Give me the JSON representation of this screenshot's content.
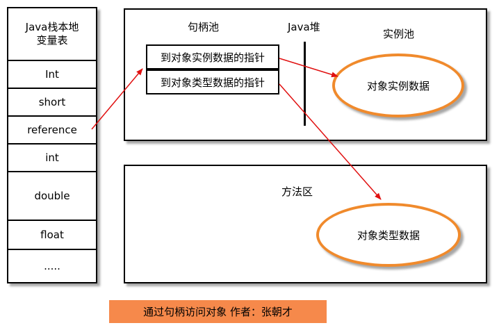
{
  "stack": {
    "header": "Java栈本地\n变量表",
    "cells": [
      "Int",
      "short",
      "reference",
      "int",
      "double",
      "float",
      "....."
    ]
  },
  "heap": {
    "handle_pool_label": "句柄池",
    "java_heap_label": "Java堆",
    "instance_pool_label": "实例池",
    "pointer_instance": "到对象实例数据的指针",
    "pointer_type": "到对象类型数据的指针",
    "instance_data": "对象实例数据"
  },
  "method_area": {
    "label": "方法区",
    "type_data": "对象类型数据"
  },
  "caption": "通过句柄访问对象   作者：张朝才",
  "colors": {
    "arrow": "#e01010",
    "ellipse_border": "#f08a2c",
    "caption_bg": "#f6894b"
  }
}
